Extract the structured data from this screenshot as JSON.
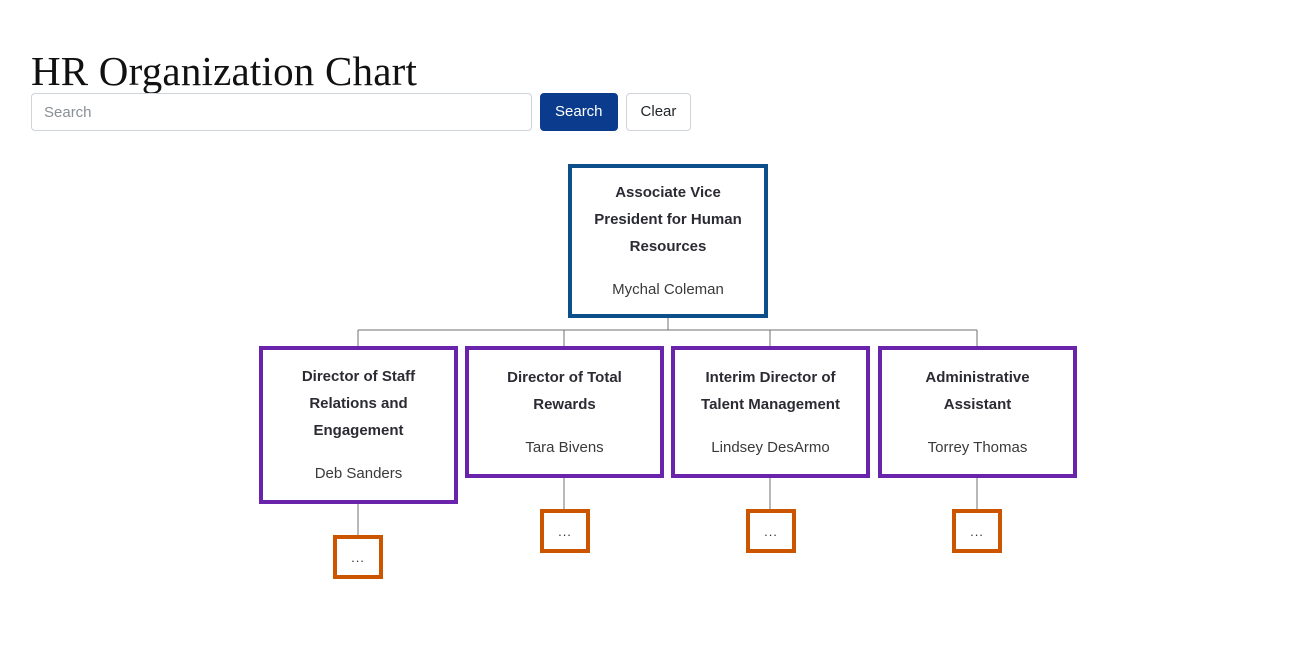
{
  "page": {
    "title": "HR Organization Chart"
  },
  "search": {
    "placeholder": "Search",
    "value": "",
    "search_label": "Search",
    "clear_label": "Clear"
  },
  "colors": {
    "root_border": "#0d4f8b",
    "child_border": "#6a23ab",
    "more_border": "#cc5500",
    "connector": "#707070",
    "search_button": "#0b3b8c"
  },
  "chart_data": {
    "type": "org-chart",
    "title": "HR Organization Chart",
    "root": {
      "title": "Associate Vice President for Human Resources",
      "person": "Mychal Coleman",
      "level": "root"
    },
    "children": [
      {
        "title": "Director of Staff Relations and Engagement",
        "person": "Deb Sanders",
        "level": "child",
        "has_more": true,
        "more_label": "..."
      },
      {
        "title": "Director of Total Rewards",
        "person": "Tara Bivens",
        "level": "child",
        "has_more": true,
        "more_label": "..."
      },
      {
        "title": "Interim Director of Talent Management",
        "person": "Lindsey DesArmo",
        "level": "child",
        "has_more": true,
        "more_label": "..."
      },
      {
        "title": "Administrative Assistant",
        "person": "Torrey Thomas",
        "level": "child",
        "has_more": true,
        "more_label": "..."
      }
    ]
  }
}
